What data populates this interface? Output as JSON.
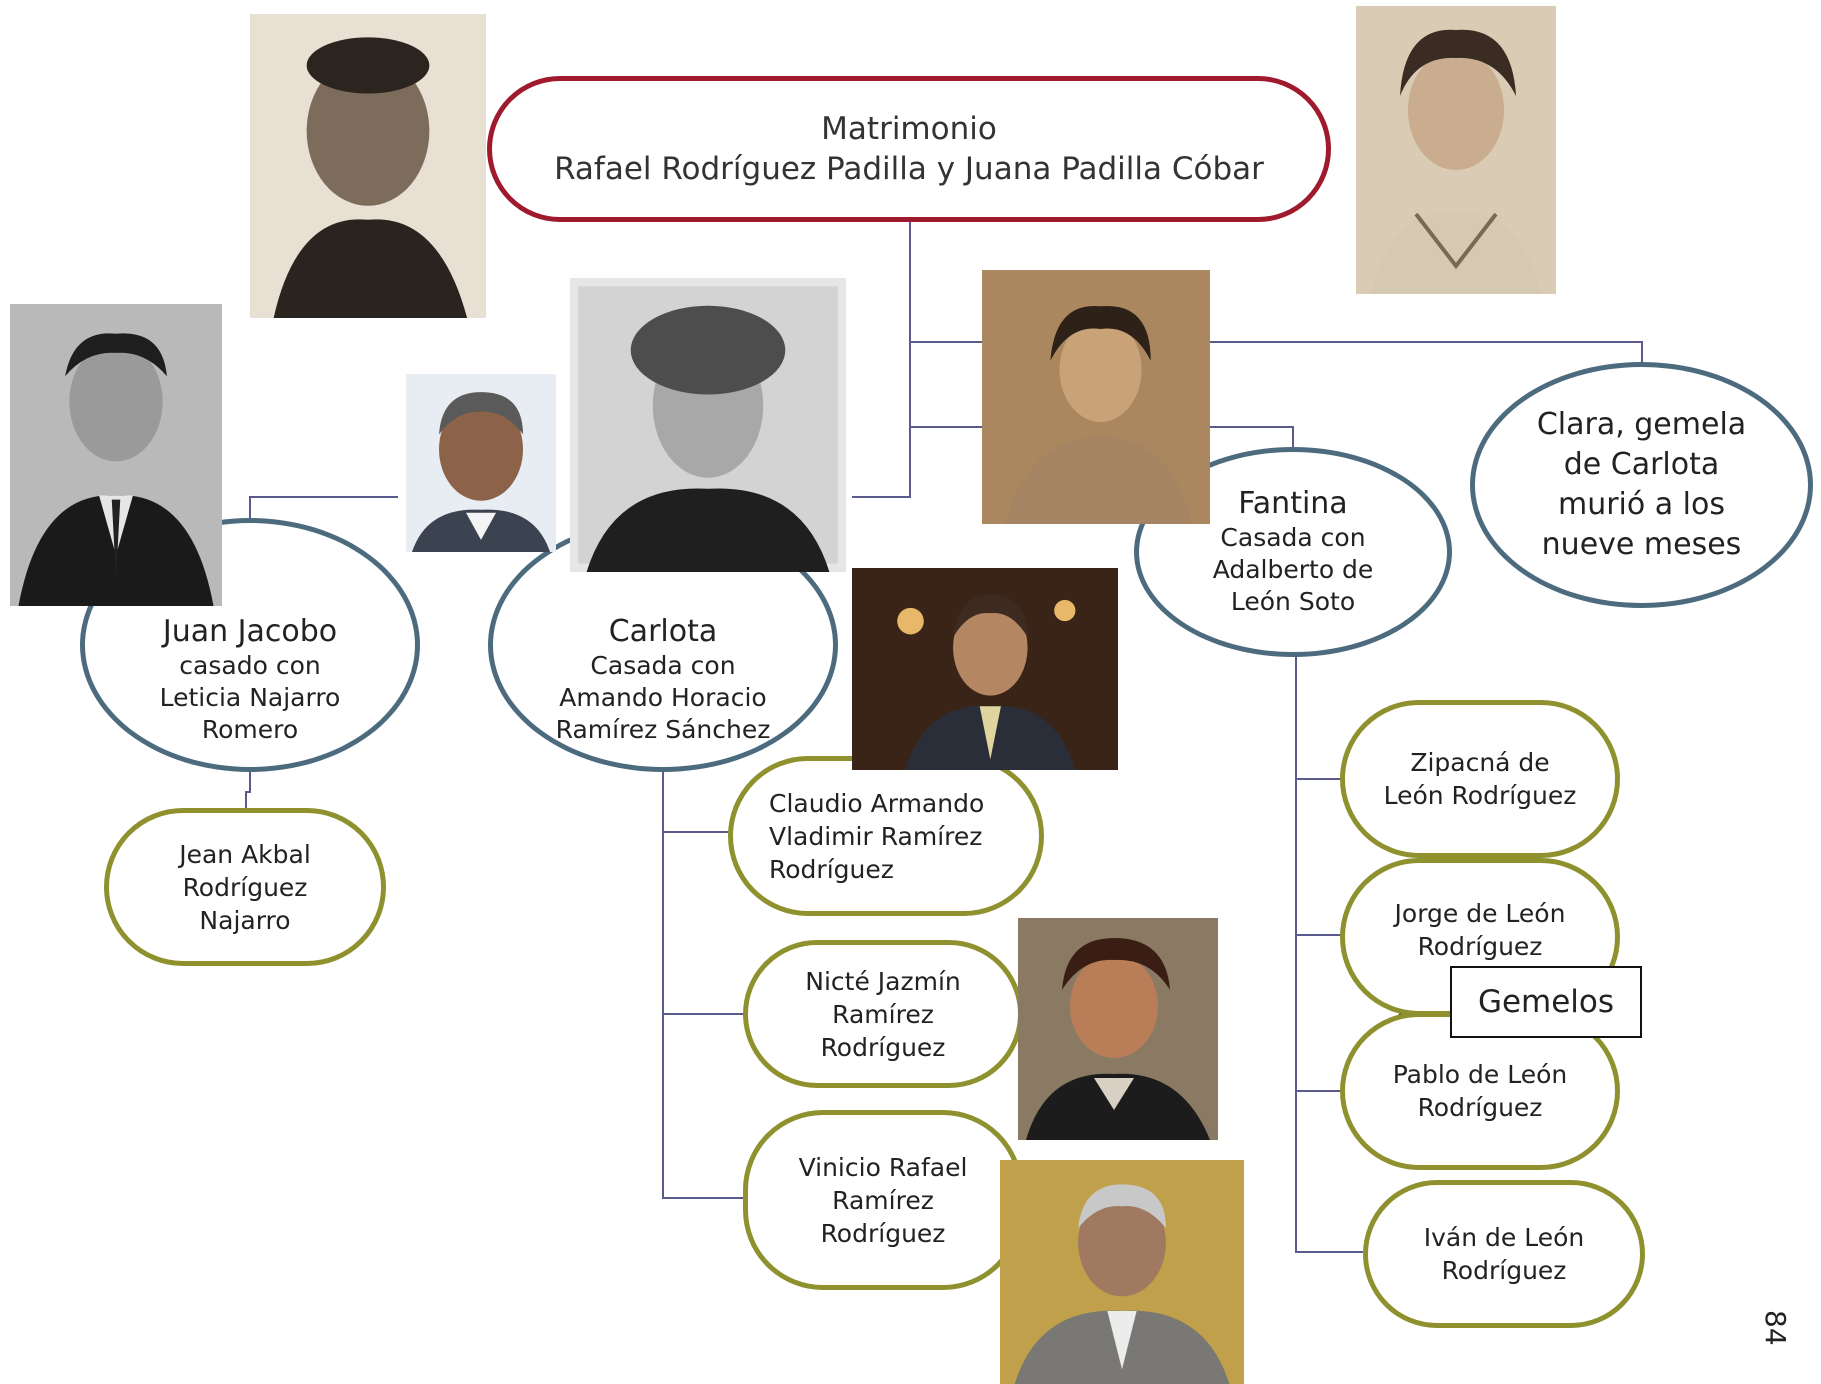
{
  "root": {
    "line1": "Matrimonio",
    "line2": "Rafael Rodríguez Padilla y Juana Padilla Cóbar"
  },
  "children": {
    "juan": {
      "name": "Juan Jacobo",
      "line2": "casado con",
      "line3": "Leticia Najarro",
      "line4": "Romero"
    },
    "carlota": {
      "name": "Carlota",
      "line2": "Casada con",
      "line3": "Amando Horacio",
      "line4": "Ramírez Sánchez"
    },
    "fantina": {
      "name": "Fantina",
      "line2": "Casada con",
      "line3": "Adalberto de",
      "line4": "León Soto"
    },
    "clara": {
      "line1": "Clara, gemela",
      "line2": "de Carlota",
      "line3": "murió a los",
      "line4": "nueve meses"
    }
  },
  "grandchildren": {
    "jean": [
      "Jean Akbal",
      "Rodríguez",
      "Najarro"
    ],
    "claudio": [
      "Claudio Armando",
      "Vladimir Ramírez",
      "Rodríguez"
    ],
    "nicte": [
      "Nicté Jazmín",
      "Ramírez",
      "Rodríguez"
    ],
    "vinicio": [
      "Vinicio Rafael",
      "Ramírez",
      "Rodríguez"
    ],
    "zipacna": [
      "Zipacná de",
      "León Rodríguez"
    ],
    "jorge": [
      "Jorge de León",
      "Rodríguez"
    ],
    "pablo": [
      "Pablo de León",
      "Rodríguez"
    ],
    "ivan": [
      "Iván de León",
      "Rodríguez"
    ]
  },
  "annotation": {
    "gemelos": "Gemelos"
  },
  "page_number": "84",
  "colors": {
    "root_border": "#a01a2e",
    "child_border": "#4d6b7e",
    "grand_border": "#8f912e",
    "connector": "#5a5a8c"
  }
}
